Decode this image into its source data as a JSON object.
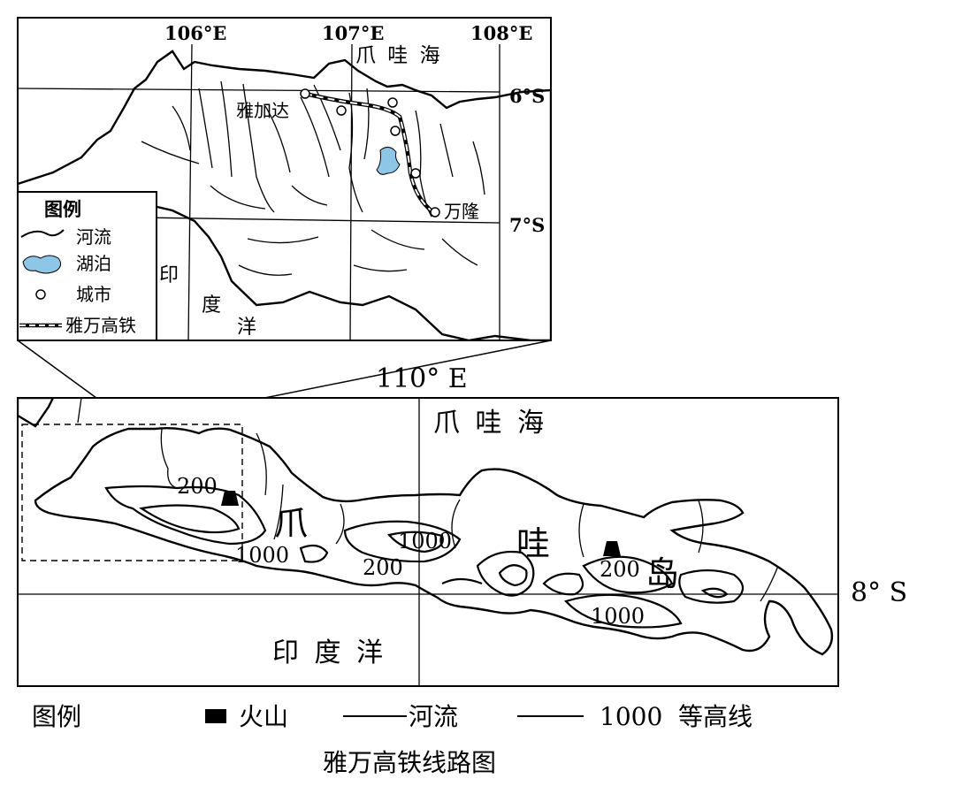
{
  "inset_map": {
    "longitudes": [
      "106°E",
      "107°E",
      "108°E"
    ],
    "latitudes": [
      "6°S",
      "7°S"
    ],
    "sea_label": "爪 哇 海",
    "ocean_label": [
      "印",
      "度",
      "洋"
    ],
    "cities": [
      "雅加达",
      "万隆"
    ],
    "legend": {
      "title": "图例",
      "items": [
        "河流",
        "湖泊",
        "城市",
        "雅万高铁"
      ]
    }
  },
  "main_map": {
    "meridian_label": "110° E",
    "parallel_label": "8° S",
    "sea_label": "爪 哇 海",
    "ocean_label": "印 度 洋",
    "island_label": [
      "爪",
      "哇",
      "岛"
    ],
    "contour_labels": [
      "200",
      "1000",
      "1000",
      "200",
      "200",
      "1000"
    ]
  },
  "bottom_legend": {
    "title": "图例",
    "items": [
      "火山",
      "河流",
      "1000  等高线"
    ]
  },
  "caption": "雅万高铁线路图"
}
